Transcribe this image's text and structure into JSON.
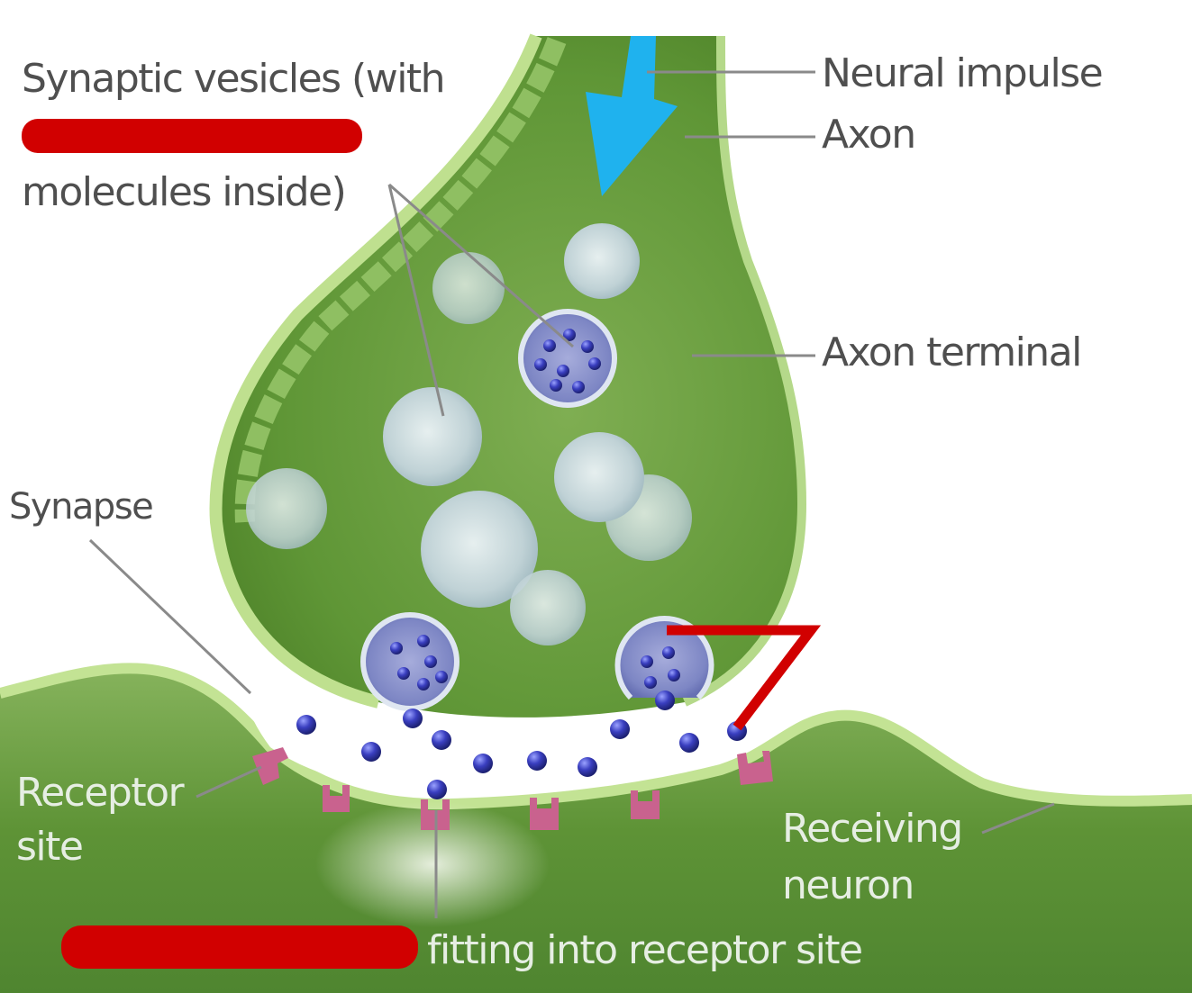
{
  "labels": {
    "synaptic_vesicles_line1": "Synaptic vesicles (with",
    "synaptic_vesicles_line3": "molecules inside)",
    "neural_impulse": "Neural impulse",
    "axon": "Axon",
    "axon_terminal": "Axon terminal",
    "synapse": "Synapse",
    "receptor_site_line1": "Receptor",
    "receptor_site_line2": "site",
    "receiving_neuron_line1": "Receiving",
    "receiving_neuron_line2": "neuron",
    "fitting_caption": "fitting into receptor site"
  },
  "colors": {
    "neuron_green": "#6f9e4a",
    "membrane_light": "#b9dc8a",
    "impulse_arrow": "#1fb2ee",
    "vesicle_empty": "#c3d4d6",
    "vesicle_full": "#7d86c4",
    "molecule": "#2b2f9e",
    "receptor": "#c9628e",
    "redaction": "#d10000",
    "leader_line": "#8a8a8a"
  }
}
